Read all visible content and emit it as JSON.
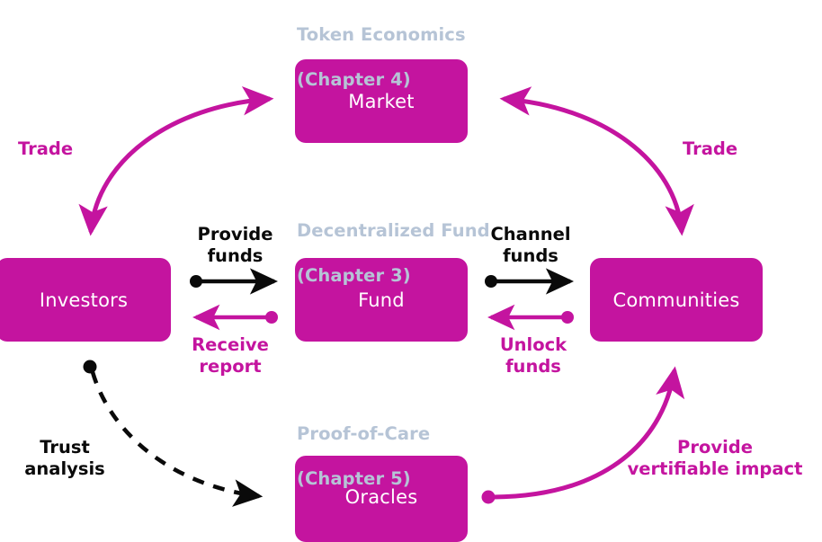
{
  "diagram": {
    "title_colors": {
      "node_fill": "#C4149F",
      "node_text": "#FFFFFF",
      "chapter_text": "#B6C4D6",
      "edge_black": "#0A0A0A",
      "edge_pink": "#C4149F",
      "background": "#FFFFFF"
    },
    "nodes": [
      {
        "id": "market",
        "label": "Market"
      },
      {
        "id": "investors",
        "label": "Investors"
      },
      {
        "id": "fund",
        "label": "Fund"
      },
      {
        "id": "communities",
        "label": "Communities"
      },
      {
        "id": "oracles",
        "label": "Oracles"
      }
    ],
    "group_labels": [
      {
        "id": "token-economics",
        "line1": "Token Economics",
        "line2": "(Chapter 4)"
      },
      {
        "id": "decentralized-fund",
        "line1": "Decentralized Fund",
        "line2": "(Chapter 3)"
      },
      {
        "id": "proof-of-care",
        "line1": "Proof-of-Care",
        "line2": "(Chapter 5)"
      }
    ],
    "edge_labels": [
      {
        "id": "trade-left",
        "text": "Trade",
        "color": "pink"
      },
      {
        "id": "trade-right",
        "text": "Trade",
        "color": "pink"
      },
      {
        "id": "provide-funds",
        "text": "Provide\nfunds",
        "color": "black"
      },
      {
        "id": "receive-report",
        "text": "Receive\nreport",
        "color": "pink"
      },
      {
        "id": "channel-funds",
        "text": "Channel\nfunds",
        "color": "black"
      },
      {
        "id": "unlock-funds",
        "text": "Unlock\nfunds",
        "color": "pink"
      },
      {
        "id": "trust-analysis",
        "text": "Trust\nanalysis",
        "color": "black"
      },
      {
        "id": "provide-impact",
        "text": "Provide\nvertifiable impact",
        "color": "pink"
      }
    ],
    "edges": [
      {
        "id": "investors-market",
        "from": "investors",
        "to": "market",
        "style": "curved-double-arrow",
        "color": "pink"
      },
      {
        "id": "market-communities",
        "from": "market",
        "to": "communities",
        "style": "curved-double-arrow",
        "color": "pink"
      },
      {
        "id": "investors-fund",
        "from": "investors",
        "to": "fund",
        "style": "straight-arrow",
        "color": "black"
      },
      {
        "id": "fund-investors",
        "from": "fund",
        "to": "investors",
        "style": "straight-arrow",
        "color": "pink"
      },
      {
        "id": "fund-communities",
        "from": "fund",
        "to": "communities",
        "style": "straight-arrow",
        "color": "black"
      },
      {
        "id": "communities-fund",
        "from": "communities",
        "to": "fund",
        "style": "straight-arrow",
        "color": "pink"
      },
      {
        "id": "investors-oracles",
        "from": "investors",
        "to": "oracles",
        "style": "dashed-curved-arrow",
        "color": "black"
      },
      {
        "id": "oracles-communities",
        "from": "oracles",
        "to": "communities",
        "style": "curved-arrow",
        "color": "pink"
      }
    ]
  }
}
